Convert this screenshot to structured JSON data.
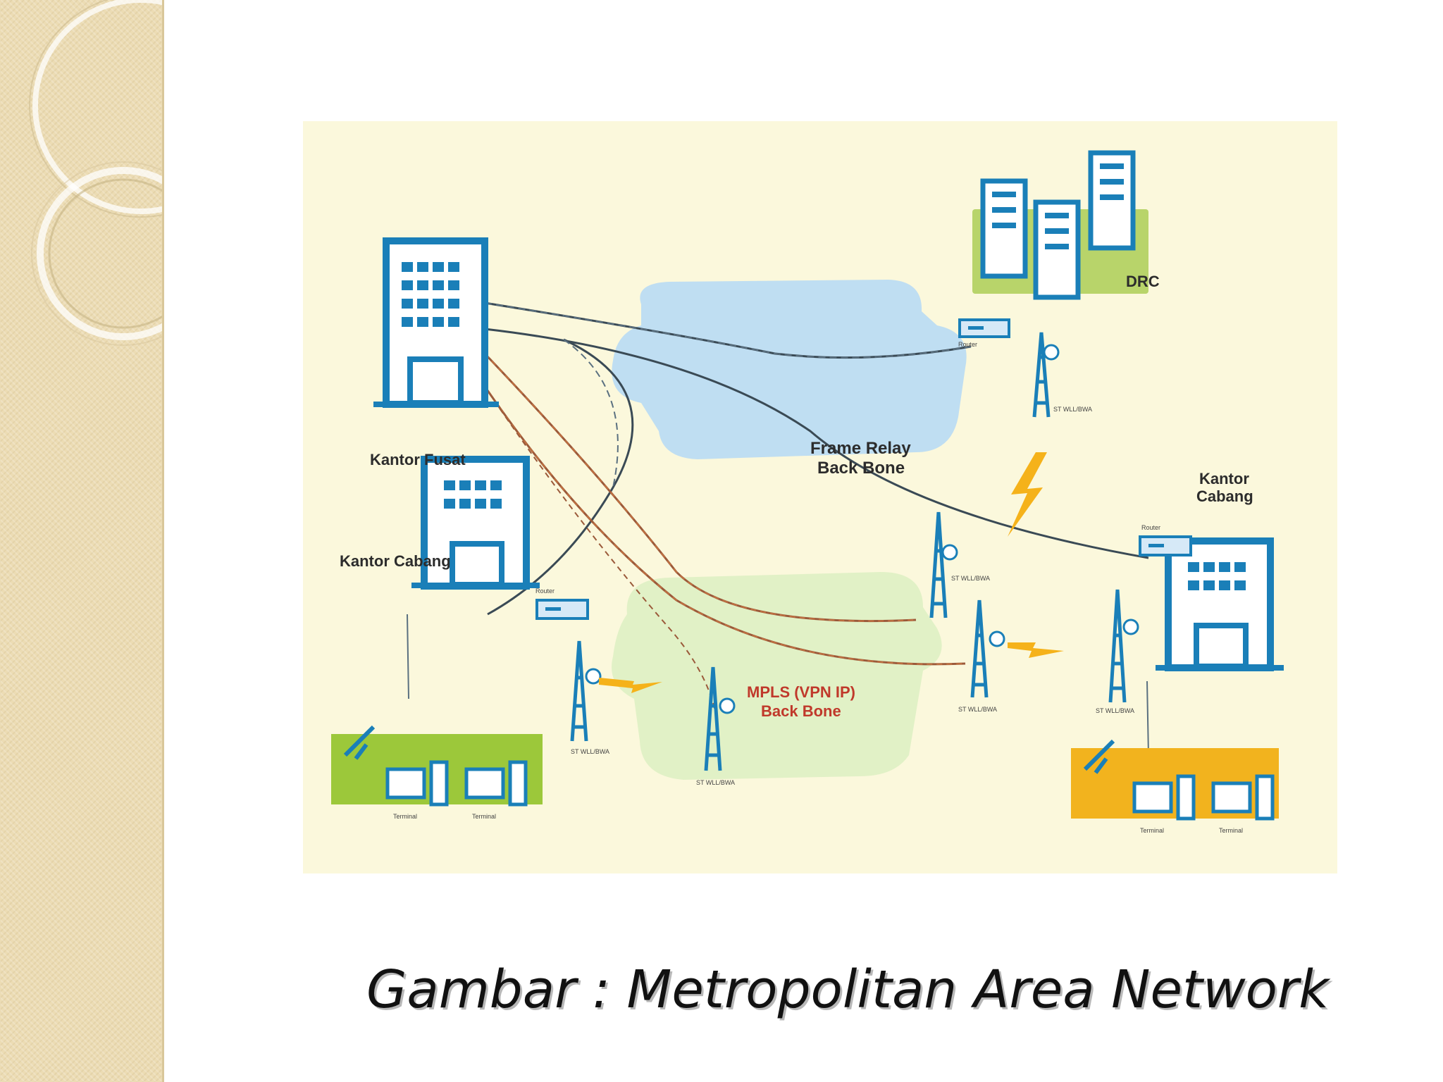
{
  "caption": "Gambar : Metropolitan Area Network",
  "diagram": {
    "kantor_fusat": "Kantor Fusat",
    "kantor_cabang_left": "Kantor Cabang",
    "kantor_cabang_right_1": "Kantor",
    "kantor_cabang_right_2": "Cabang",
    "drc": "DRC",
    "frame_relay_1": "Frame Relay",
    "frame_relay_2": "Back Bone",
    "mpls_1": "MPLS (VPN IP)",
    "mpls_2": "Back Bone",
    "terminal": "Terminal",
    "tower": "ST WLL/BWA",
    "router": "Router"
  },
  "colors": {
    "building": "#1a7fb8",
    "cloud_frame_relay": "#bcdcf2",
    "cloud_mpls": "#dff0c4",
    "green_pad": "#9cc83a",
    "orange_pad": "#f2b31e",
    "link_dark": "#3a4a55",
    "link_brown": "#9b5a3a",
    "lightning": "#f5b21a"
  }
}
